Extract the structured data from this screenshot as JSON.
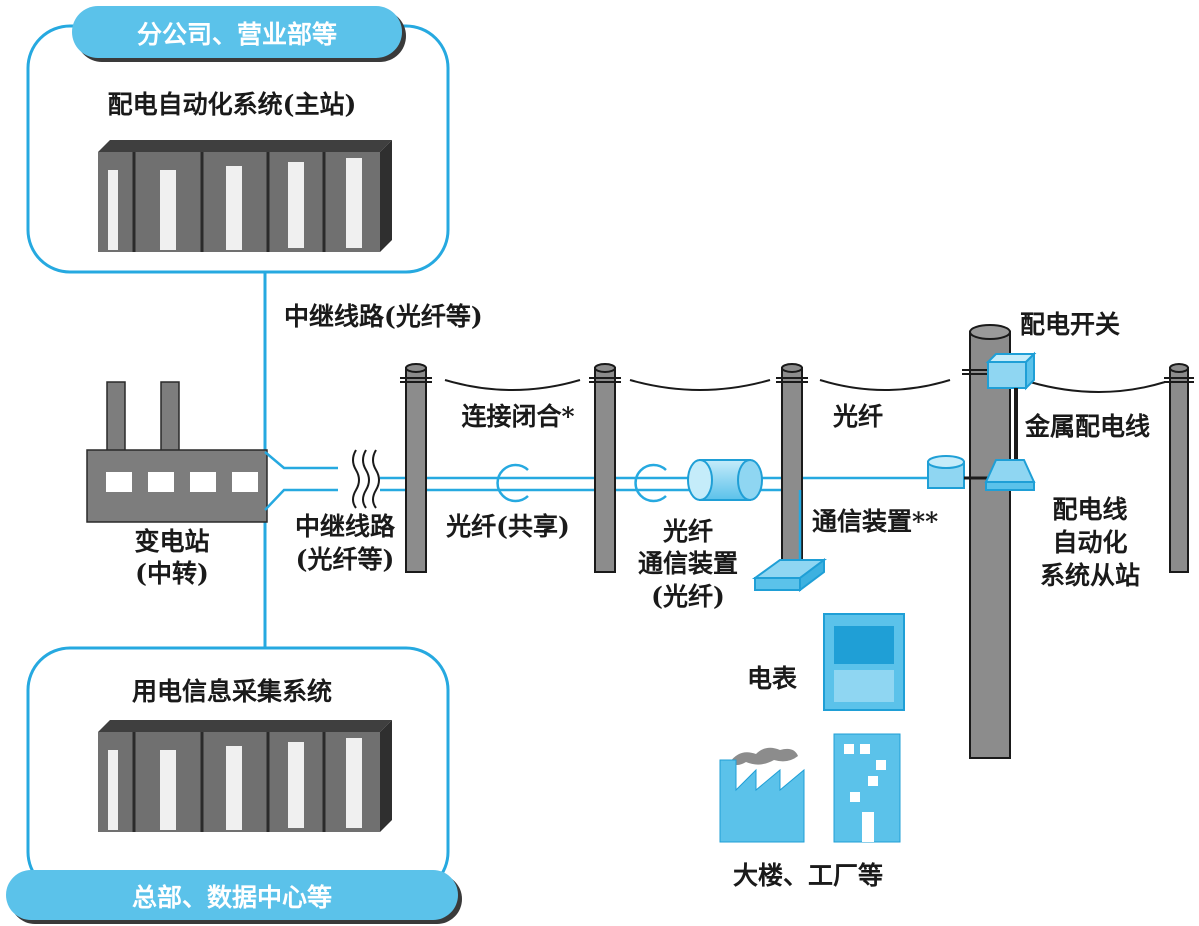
{
  "colors": {
    "accent": "#5bc2ea",
    "accent_dark": "#1f9fd6",
    "line_blue": "#26a9e0",
    "pole_gray": "#8c8c8c",
    "dark": "#1a1a1a"
  },
  "branch_box": {
    "banner": "分公司、营业部等",
    "system_label": "配电自动化系统(主站)"
  },
  "hq_box": {
    "banner": "总部、数据中心等",
    "system_label": "用电信息采集系统"
  },
  "labels": {
    "relay_line_top": "中继线路(光纤等)",
    "substation_line1": "变电站",
    "substation_line2": "(中转)",
    "relay_line_mid_1": "中继线路",
    "relay_line_mid_2": "(光纤等)",
    "joint_closure": "连接闭合*",
    "fiber_shared": "光纤(共享)",
    "fiber_comm_1": "光纤",
    "fiber_comm_2": "通信装置",
    "fiber_comm_3": "(光纤)",
    "fiber_top": "光纤",
    "comm_device": "通信装置**",
    "dist_switch": "配电开关",
    "metal_line": "金属配电线",
    "slave_1": "配电线",
    "slave_2": "自动化",
    "slave_3": "系统从站",
    "meter": "电表",
    "buildings": "大楼、工厂等"
  },
  "icons": [
    "server-rack-icon",
    "factory-icon",
    "utility-pole-icon",
    "fiber-cable-icon",
    "closure-loop-icon",
    "switch-box-icon",
    "modem-icon",
    "meter-icon",
    "office-building-icon"
  ]
}
